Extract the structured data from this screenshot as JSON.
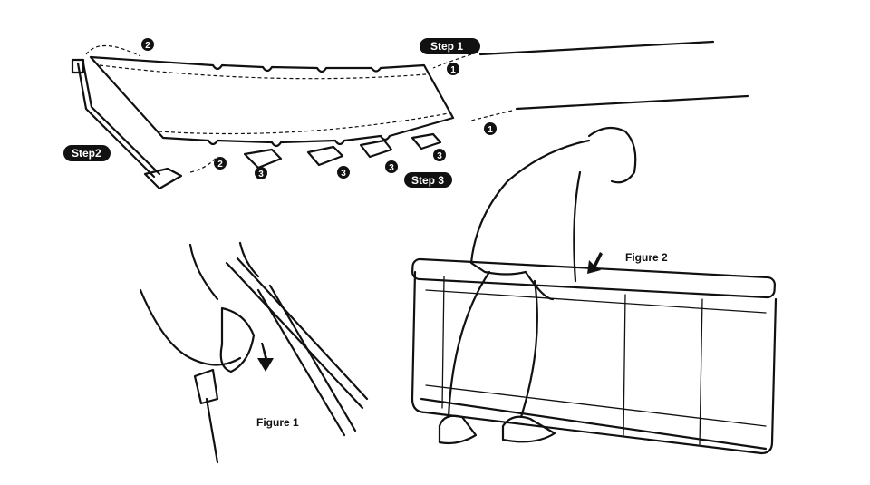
{
  "labels": {
    "step1": "Step 1",
    "step2": "Step2",
    "step3": "Step 3",
    "figure1": "Figure 1",
    "figure2": "Figure 2"
  },
  "markers": {
    "one": "1",
    "two": "2",
    "three": "3"
  },
  "colors": {
    "ink": "#111111",
    "background": "#ffffff"
  }
}
